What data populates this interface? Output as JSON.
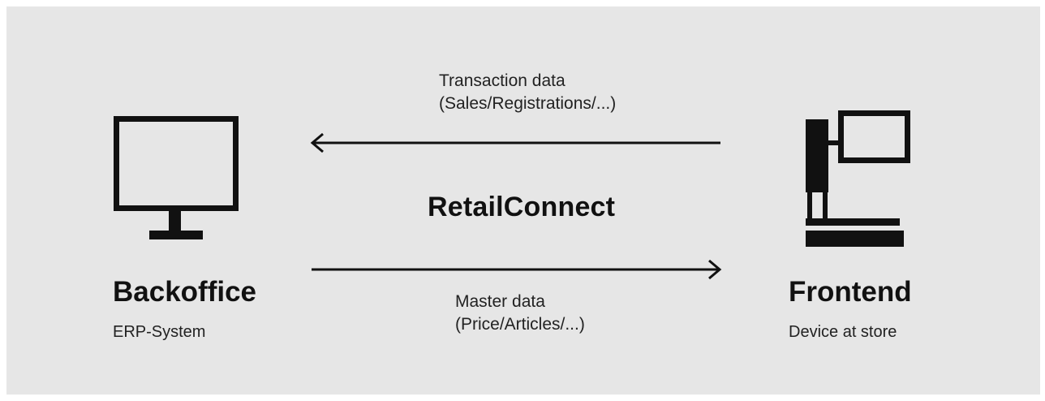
{
  "diagram": {
    "title": "RetailConnect",
    "backoffice": {
      "title": "Backoffice",
      "subtitle": "ERP-System",
      "icon": "desktop-monitor-icon"
    },
    "frontend": {
      "title": "Frontend",
      "subtitle": "Device at store",
      "icon": "pos-terminal-icon"
    },
    "flows": {
      "transaction": {
        "line1": "Transaction data",
        "line2": "(Sales/Registrations/...)",
        "direction": "frontend-to-backoffice"
      },
      "master": {
        "line1": "Master data",
        "line2": "(Price/Articles/...)",
        "direction": "backoffice-to-frontend"
      }
    },
    "colors": {
      "background": "#e6e6e6",
      "ink": "#111111"
    }
  }
}
